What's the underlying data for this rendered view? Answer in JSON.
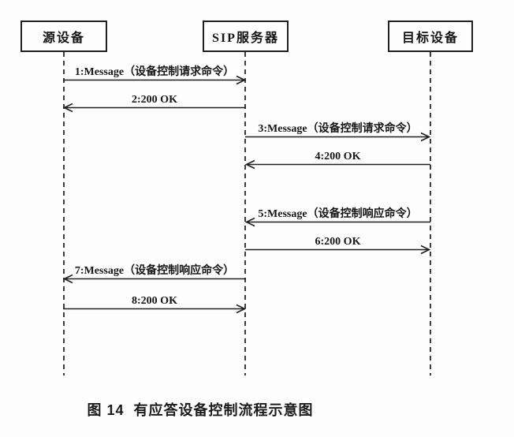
{
  "figure": {
    "caption": "图 14  有应答设备控制流程示意图",
    "participants": [
      {
        "id": "source-device",
        "label": "源设备"
      },
      {
        "id": "sip-server",
        "label": "SIP服务器"
      },
      {
        "id": "target-device",
        "label": "目标设备"
      }
    ],
    "messages": [
      {
        "label": "1:Message（设备控制请求命令）",
        "from": "源设备",
        "to": "SIP服务器",
        "direction": "right"
      },
      {
        "label": "2:200 OK",
        "from": "SIP服务器",
        "to": "源设备",
        "direction": "left"
      },
      {
        "label": "3:Message（设备控制请求命令）",
        "from": "SIP服务器",
        "to": "目标设备",
        "direction": "right"
      },
      {
        "label": "4:200 OK",
        "from": "目标设备",
        "to": "SIP服务器",
        "direction": "left"
      },
      {
        "label": "5:Message（设备控制响应命令）",
        "from": "目标设备",
        "to": "SIP服务器",
        "direction": "left"
      },
      {
        "label": "6:200 OK",
        "from": "SIP服务器",
        "to": "目标设备",
        "direction": "right"
      },
      {
        "label": "7:Message（设备控制响应命令）",
        "from": "SIP服务器",
        "to": "源设备",
        "direction": "left"
      },
      {
        "label": "8:200 OK",
        "from": "源设备",
        "to": "SIP服务器",
        "direction": "right"
      }
    ],
    "colors": {
      "line": "#1f1f1f",
      "background": "#fdfdfd"
    }
  }
}
